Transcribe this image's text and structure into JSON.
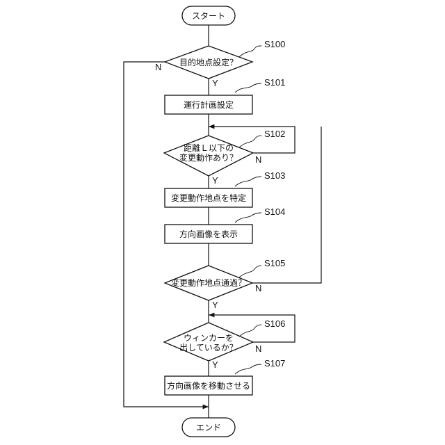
{
  "flowchart": {
    "start": "スタート",
    "end": "エンド",
    "decisions": {
      "s100": "目的地点設定？",
      "s102_line1": "距離Ｌ以下の",
      "s102_line2": "変更動作あり？",
      "s105": "変更動作地点通過？",
      "s106_line1": "ウィンカーを",
      "s106_line2": "出しているか？"
    },
    "processes": {
      "s101": "運行計画設定",
      "s103": "変更動作地点を特定",
      "s104": "方向画像を表示",
      "s107": "方向画像を移動させる"
    },
    "step_labels": {
      "s100": "S100",
      "s101": "S101",
      "s102": "S102",
      "s103": "S103",
      "s104": "S104",
      "s105": "S105",
      "s106": "S106",
      "s107": "S107"
    },
    "branch": {
      "yes": "Y",
      "no": "N"
    }
  }
}
